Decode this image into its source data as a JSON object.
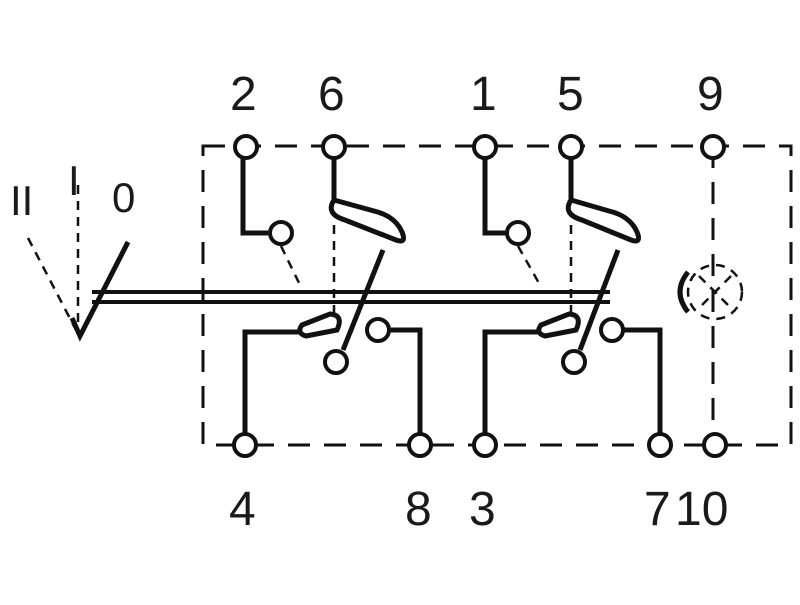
{
  "terminals_top": [
    "2",
    "6",
    "1",
    "5",
    "9"
  ],
  "terminals_bottom": [
    "4",
    "8",
    "3",
    "7",
    "10"
  ],
  "positions": [
    "II",
    "I",
    "0"
  ],
  "colors": {
    "line": "#111111",
    "background": "#ffffff"
  }
}
